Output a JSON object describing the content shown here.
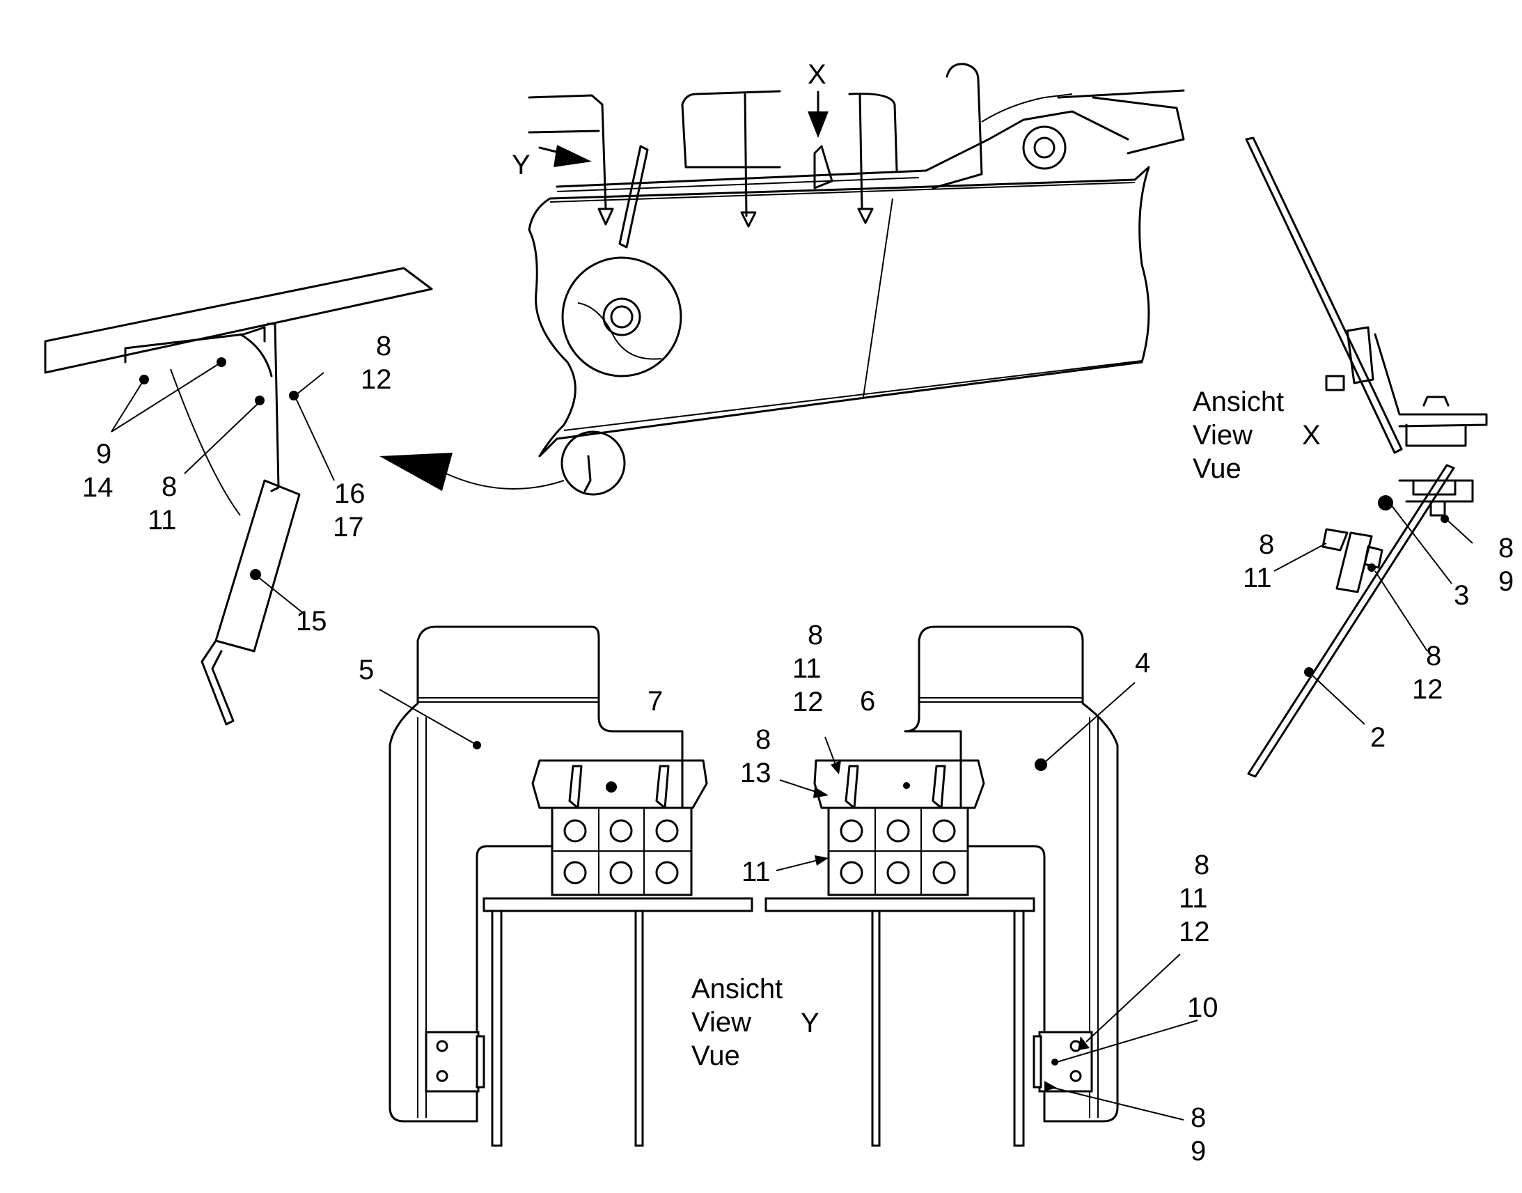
{
  "top_view": {
    "x_marker": "X",
    "y_marker": "Y"
  },
  "left_detail": {
    "labels": {
      "a": [
        "8",
        "12"
      ],
      "b": [
        "9",
        "14"
      ],
      "c": [
        "8",
        "11"
      ],
      "d": [
        "16",
        "17"
      ],
      "e": "15"
    }
  },
  "view_x": {
    "title": [
      "Ansicht",
      "View",
      "Vue"
    ],
    "letter": "X",
    "labels": {
      "a": [
        "8",
        "11"
      ],
      "b": [
        "8",
        "9"
      ],
      "c": "3",
      "d": [
        "8",
        "12"
      ],
      "e": "2"
    }
  },
  "view_y": {
    "title": [
      "Ansicht",
      "View",
      "Vue"
    ],
    "letter": "Y",
    "labels": {
      "p5": "5",
      "p4": "4",
      "p7": "7",
      "p6": "6",
      "top_stack": [
        "8",
        "11",
        "12"
      ],
      "mid_stack": [
        "8",
        "13"
      ],
      "p11": "11",
      "right_stack": [
        "8",
        "11",
        "12"
      ],
      "p10": "10",
      "bottom_stack": [
        "8",
        "9"
      ]
    }
  }
}
